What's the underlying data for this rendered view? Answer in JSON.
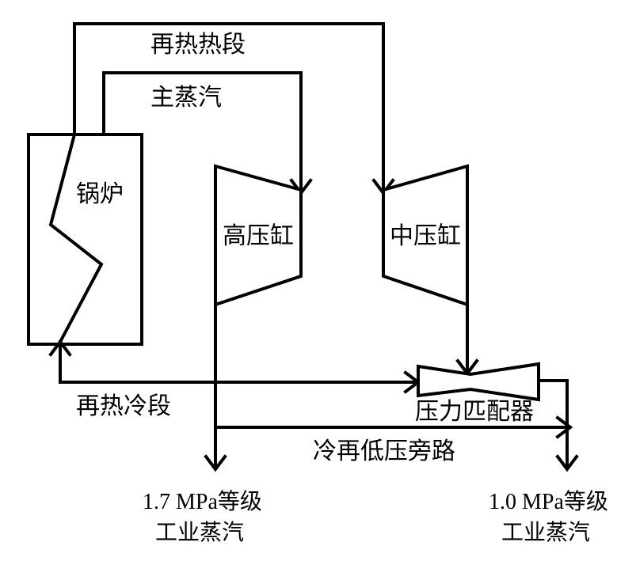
{
  "labels": {
    "reheat_hot": "再热热段",
    "main_steam": "主蒸汽",
    "boiler": "锅炉",
    "hp_cylinder": "高压缸",
    "ip_cylinder": "中压缸",
    "reheat_cold": "再热冷段",
    "pressure_matcher": "压力匹配器",
    "cold_reheat_lp_bypass": "冷再低压旁路",
    "out_1_7_line1": "1.7 MPa等级",
    "out_1_7_line2": "工业蒸汽",
    "out_1_0_line1": "1.0 MPa等级",
    "out_1_0_line2": "工业蒸汽"
  }
}
